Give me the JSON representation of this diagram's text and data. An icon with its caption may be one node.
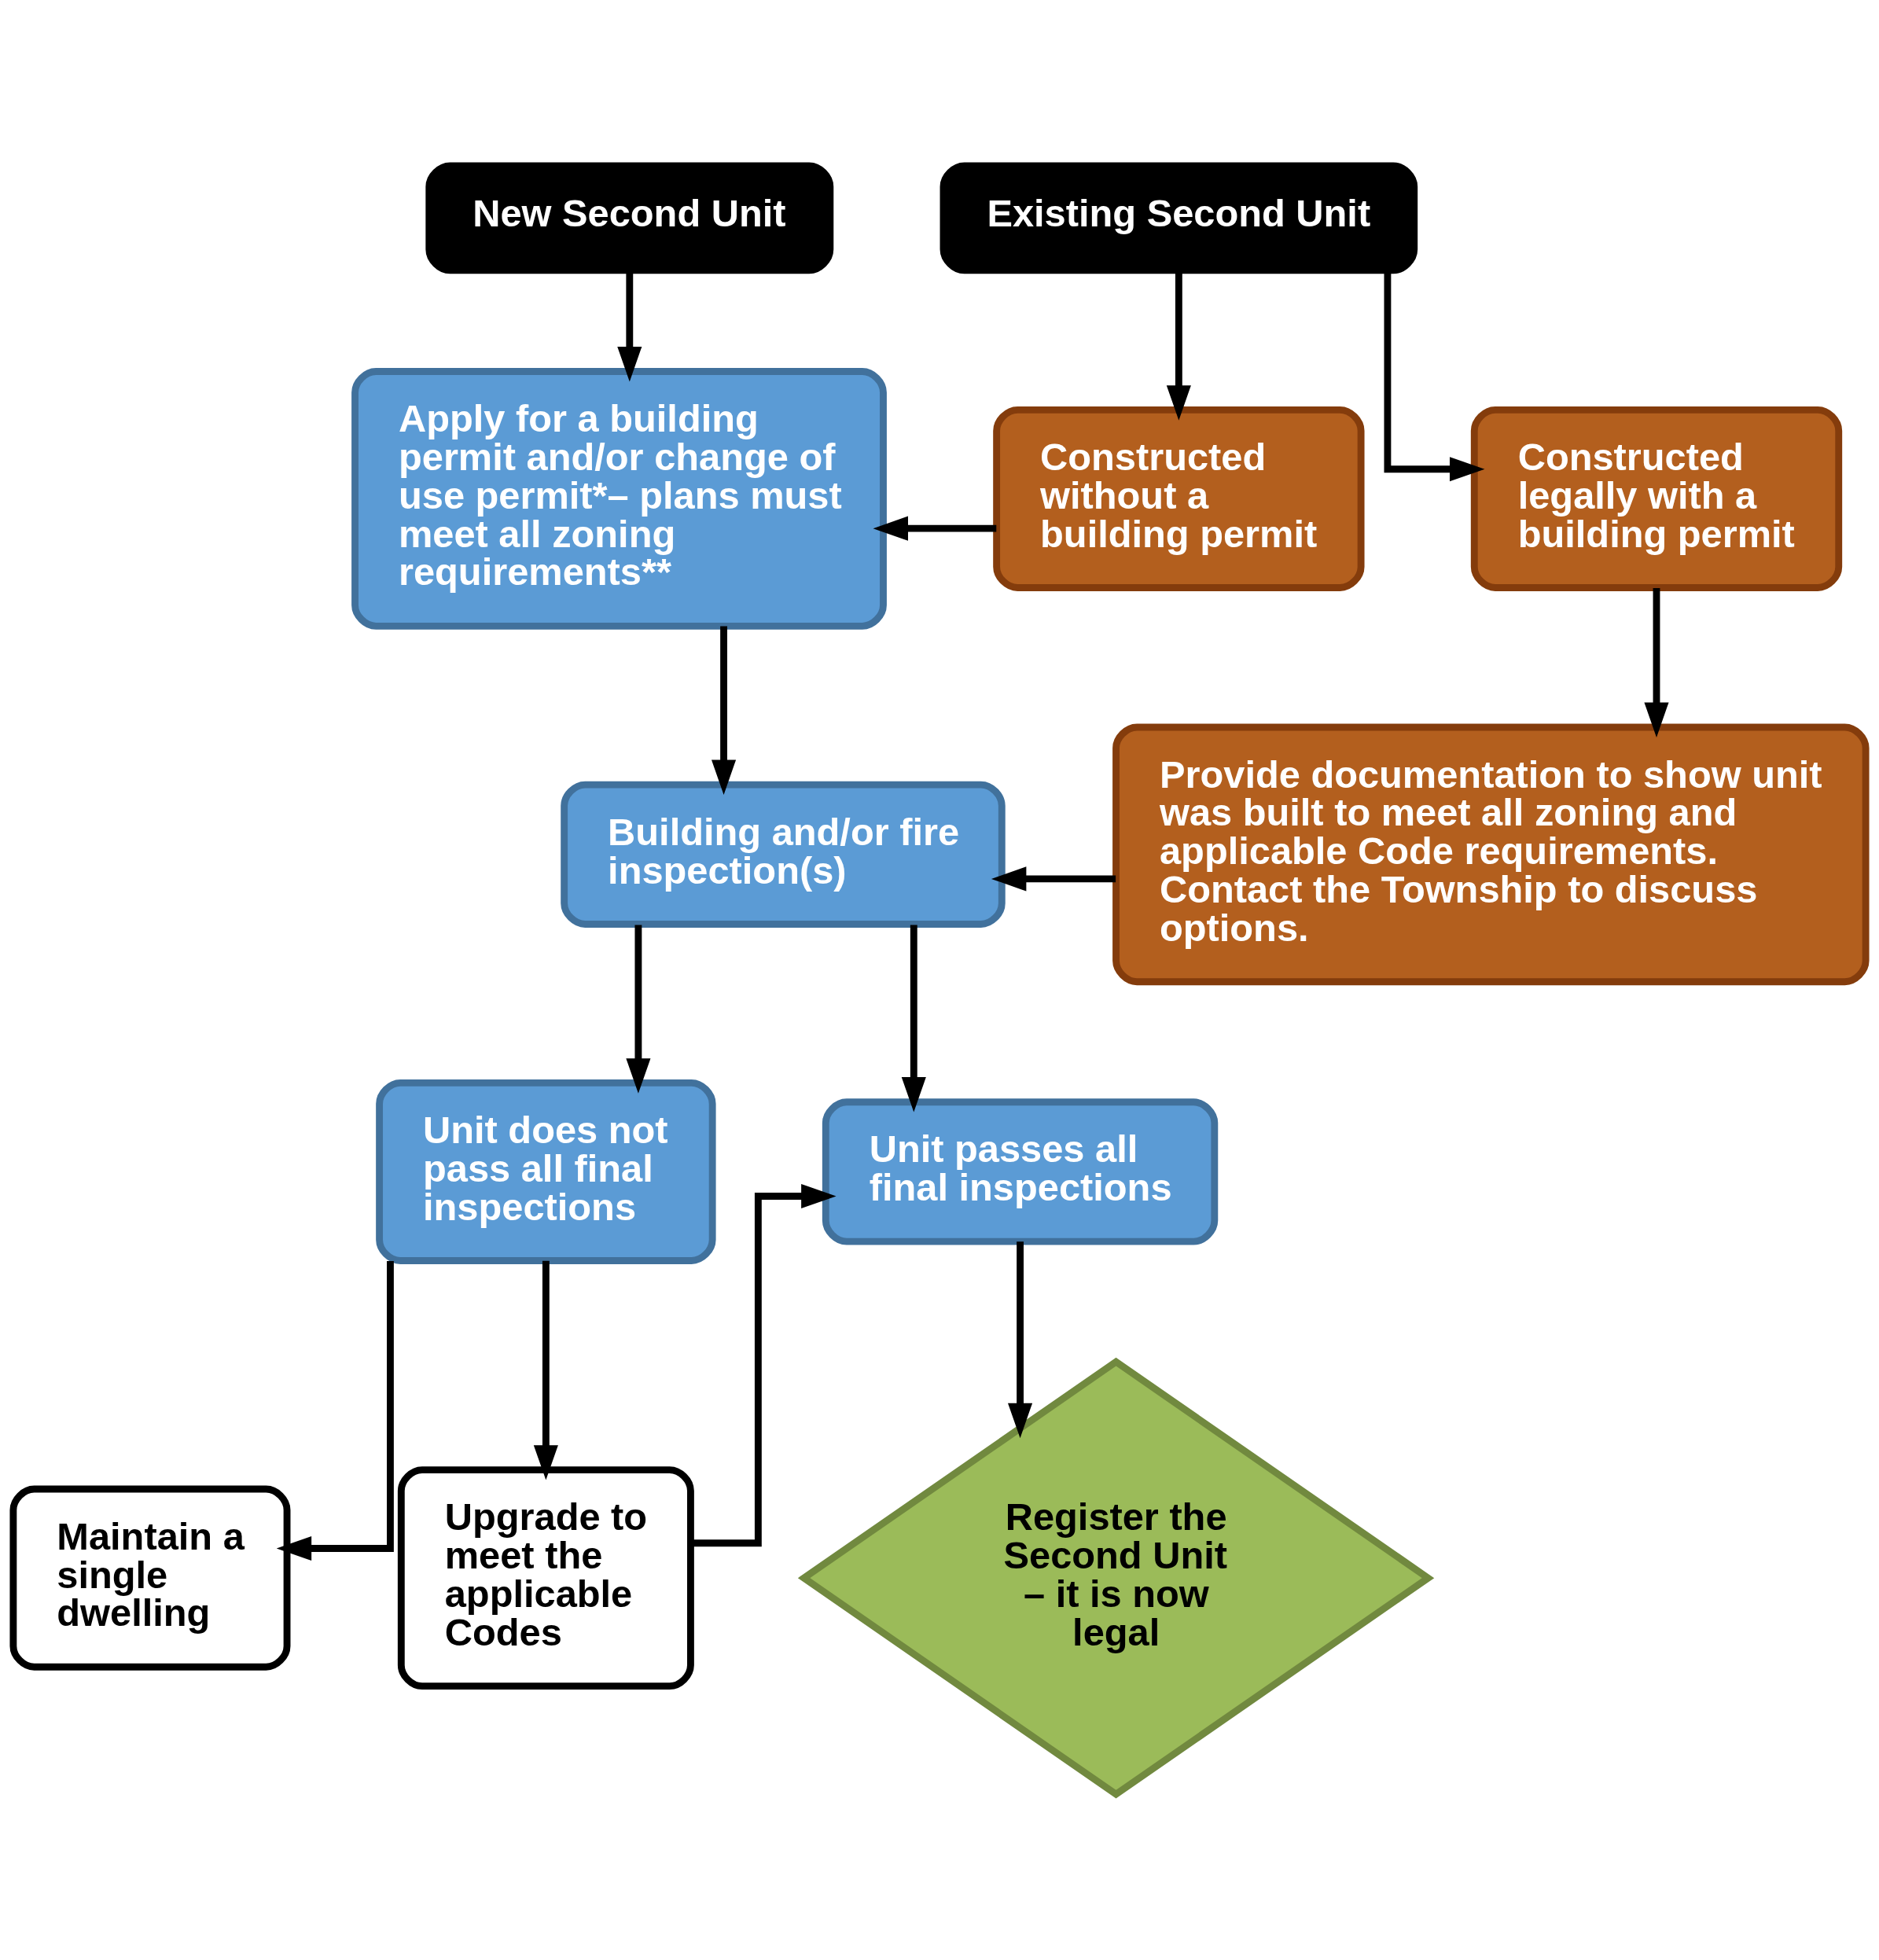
{
  "diagram": {
    "nodes": [
      {
        "text": [
          "New Second Unit"
        ]
      },
      {
        "text": [
          "Existing Second Unit"
        ]
      },
      {
        "text": [
          "Apply for a building permit and/or change of use permit*– plans must meet all zoning requirements**"
        ]
      },
      {
        "text": [
          "Constructed without a building permit"
        ]
      },
      {
        "text": [
          "Constructed legally with a building permit"
        ]
      },
      {
        "text": [
          "Building and/or fire inspection(s)"
        ]
      },
      {
        "text": [
          "Provide documentation to show unit was built to meet all zoning and applicable Code requirements. Contact the Township to discuss options."
        ]
      },
      {
        "text": [
          "Unit does not pass all final inspections"
        ]
      },
      {
        "text": [
          "Unit passes all final inspections"
        ]
      },
      {
        "text": [
          "Register the Second Unit – it is now legal"
        ]
      },
      {
        "text": [
          "Maintain a single dwelling"
        ]
      },
      {
        "text": [
          "Upgrade to meet the applicable Codes"
        ]
      }
    ],
    "edges": [
      {
        "from": 0,
        "to": 2,
        "arrow": "to"
      },
      {
        "from": 1,
        "to": 3,
        "arrow": "to"
      },
      {
        "from": 1,
        "to": 4,
        "arrow": "to"
      },
      {
        "from": 3,
        "to": 2,
        "arrow": "to"
      },
      {
        "from": 4,
        "to": 6,
        "arrow": "to"
      },
      {
        "from": 2,
        "to": 5,
        "arrow": "to"
      },
      {
        "from": 6,
        "to": 5,
        "arrow": "to"
      },
      {
        "from": 5,
        "to": 7,
        "arrow": "to"
      },
      {
        "from": 5,
        "to": 8,
        "arrow": "to"
      },
      {
        "from": 7,
        "to": 10,
        "arrow": "to"
      },
      {
        "from": 7,
        "to": 11,
        "arrow": "to"
      },
      {
        "from": 11,
        "to": 8,
        "arrow": "to"
      },
      {
        "from": 8,
        "to": 9,
        "arrow": "to"
      }
    ]
  }
}
